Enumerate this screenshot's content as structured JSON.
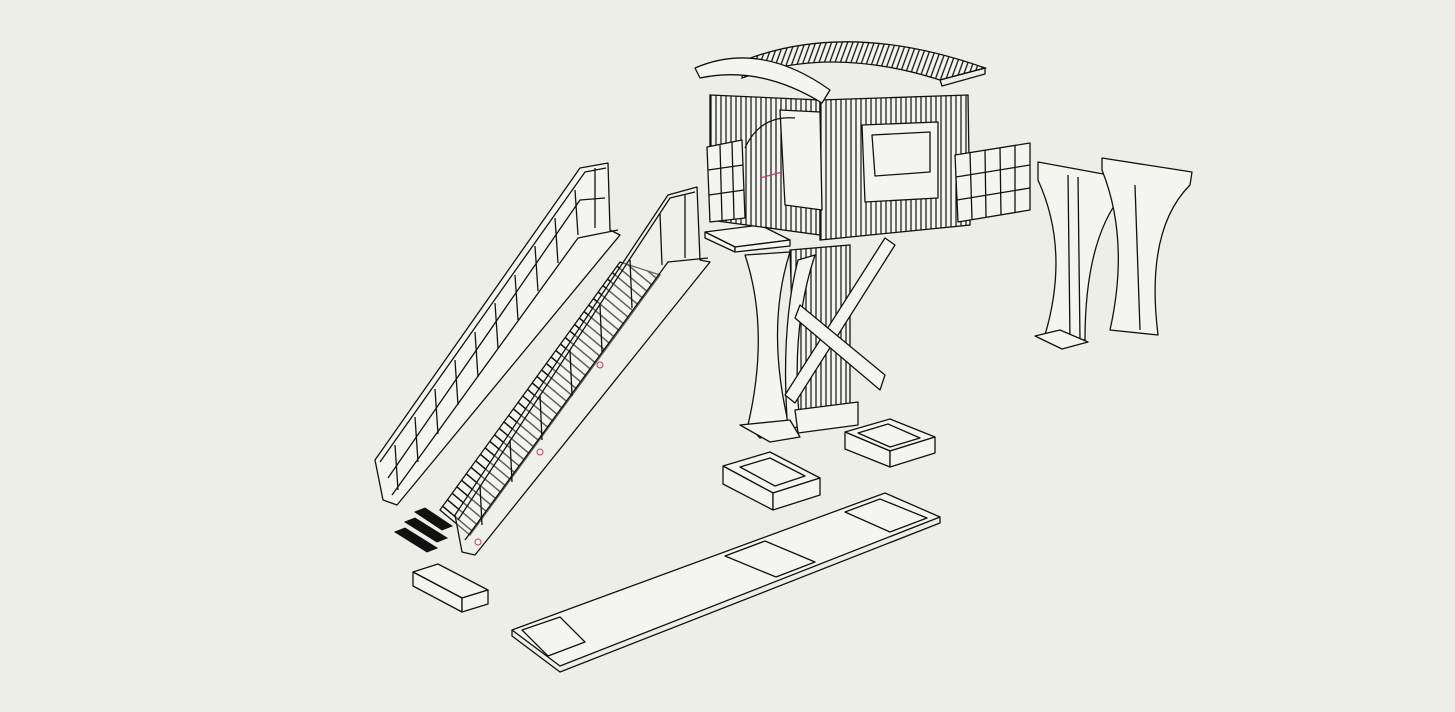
{
  "viewport": {
    "background_color": "#eeeee9",
    "line_color": "#111111",
    "accent_color": "#c04060"
  },
  "model": {
    "parts": [
      "roof",
      "cabin",
      "left-shutter",
      "right-shutter",
      "platform",
      "support-column",
      "diagonal-brace",
      "leg-left",
      "leg-right",
      "stair-railing",
      "staircase",
      "step-treads",
      "footing-box-1",
      "footing-box-2",
      "footing-box-3",
      "base-slab"
    ]
  }
}
